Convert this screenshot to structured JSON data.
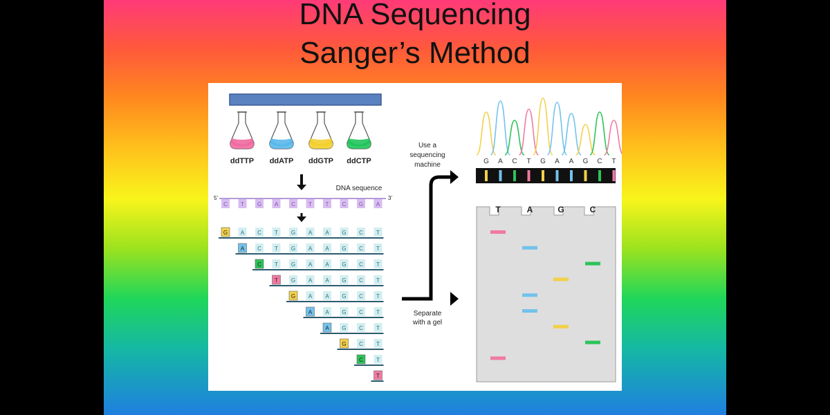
{
  "slide": {
    "title_line1": "DNA Sequencing",
    "title_line2": "Sanger’s Method"
  },
  "diagram": {
    "flasks": [
      {
        "label": "ddTTP",
        "color": "#f06aa0"
      },
      {
        "label": "ddATP",
        "color": "#5ab8ea"
      },
      {
        "label": "ddGTP",
        "color": "#f2cf2c"
      },
      {
        "label": "ddCTP",
        "color": "#22c45c"
      }
    ],
    "dna_sequence_label": "DNA sequence",
    "five_prime": "5'",
    "three_prime": "3'",
    "template": [
      "C",
      "T",
      "G",
      "A",
      "C",
      "T",
      "T",
      "C",
      "G",
      "A"
    ],
    "fragments": [
      [
        "G",
        "A",
        "C",
        "T",
        "G",
        "A",
        "A",
        "G",
        "C",
        "T"
      ],
      [
        "A",
        "C",
        "T",
        "G",
        "A",
        "A",
        "G",
        "C",
        "T"
      ],
      [
        "C",
        "T",
        "G",
        "A",
        "A",
        "G",
        "C",
        "T"
      ],
      [
        "T",
        "G",
        "A",
        "A",
        "G",
        "C",
        "T"
      ],
      [
        "G",
        "A",
        "A",
        "G",
        "C",
        "T"
      ],
      [
        "A",
        "A",
        "G",
        "C",
        "T"
      ],
      [
        "A",
        "G",
        "C",
        "T"
      ],
      [
        "G",
        "C",
        "T"
      ],
      [
        "C",
        "T"
      ],
      [
        "T"
      ]
    ],
    "base_colors": {
      "T": "#f07aa0",
      "A": "#73c2ec",
      "G": "#f2d04a",
      "C": "#2dc35a"
    },
    "sequencer_label": [
      "Use a",
      "sequencing",
      "machine"
    ],
    "gel_label": [
      "Separate",
      "with a gel"
    ],
    "chromatogram_bases": [
      "G",
      "A",
      "C",
      "T",
      "G",
      "A",
      "A",
      "G",
      "C",
      "T"
    ],
    "gel_lanes": [
      "T",
      "A",
      "G",
      "C"
    ],
    "gel_bands": [
      "T",
      "A",
      "C",
      "G",
      "A",
      "A",
      "G",
      "C",
      "T"
    ]
  }
}
